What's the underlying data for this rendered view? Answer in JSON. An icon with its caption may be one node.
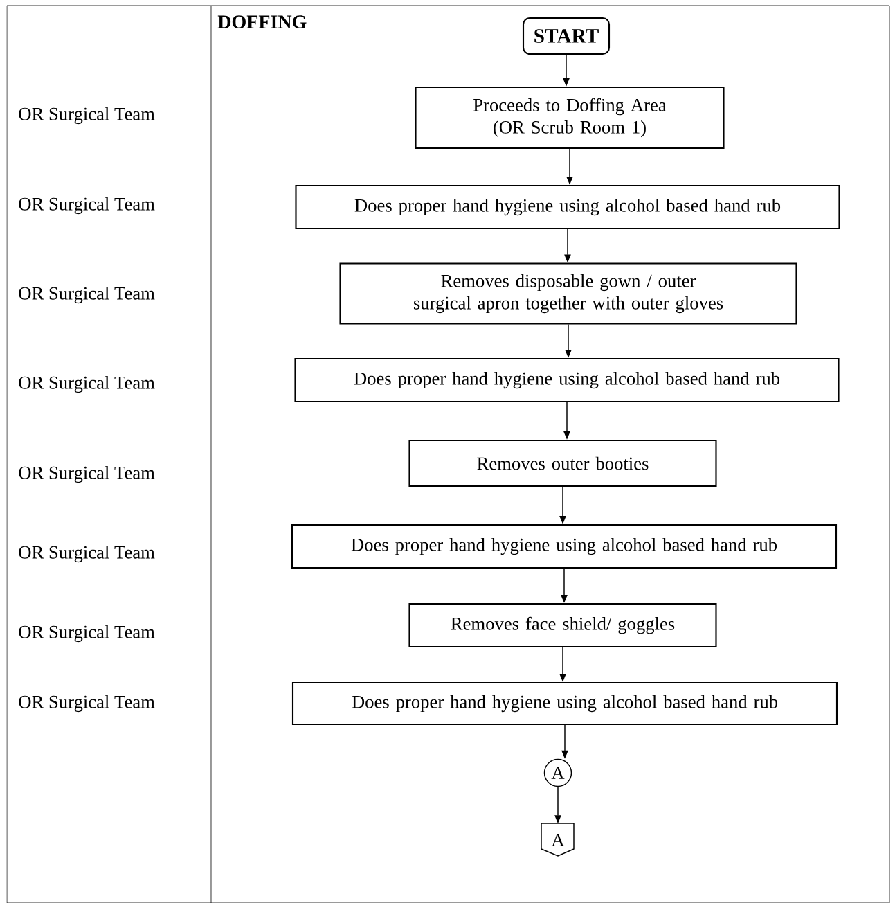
{
  "diagram": {
    "title": "DOFFING",
    "nodes": [
      {
        "text": [
          "START"
        ]
      },
      {
        "text": [
          "Proceeds to Doffing Area (OR Scrub Room 1)"
        ]
      },
      {
        "text": [
          "Does proper hand hygiene using alcohol based hand rub"
        ]
      },
      {
        "text": [
          "Removes disposable gown / outer surgical apron together with outer gloves"
        ]
      },
      {
        "text": [
          "Does proper hand hygiene using alcohol based hand rub"
        ]
      },
      {
        "text": [
          "Removes outer booties"
        ]
      },
      {
        "text": [
          "Does proper hand hygiene using alcohol based hand rub"
        ]
      },
      {
        "text": [
          "Removes face shield/ goggles"
        ]
      },
      {
        "text": [
          "Does proper hand hygiene using alcohol based hand rub"
        ]
      },
      {
        "text": [
          "A"
        ]
      },
      {
        "text": [
          "A"
        ]
      }
    ],
    "edges": [
      {
        "from": 0,
        "to": 1,
        "arrow": "to"
      },
      {
        "from": 1,
        "to": 2,
        "arrow": "to"
      },
      {
        "from": 2,
        "to": 3,
        "arrow": "to"
      },
      {
        "from": 3,
        "to": 4,
        "arrow": "to"
      },
      {
        "from": 4,
        "to": 5,
        "arrow": "to"
      },
      {
        "from": 5,
        "to": 6,
        "arrow": "to"
      },
      {
        "from": 6,
        "to": 7,
        "arrow": "to"
      },
      {
        "from": 7,
        "to": 8,
        "arrow": "to"
      },
      {
        "from": 8,
        "to": 9,
        "arrow": "to"
      },
      {
        "from": 9,
        "to": 10,
        "arrow": "to"
      }
    ],
    "labels": [
      "OR Surgical Team",
      "OR Surgical Team",
      "OR Surgical Team",
      "OR Surgical Team",
      "OR Surgical Team",
      "OR Surgical Team",
      "OR Surgical Team",
      "OR Surgical Team"
    ]
  }
}
